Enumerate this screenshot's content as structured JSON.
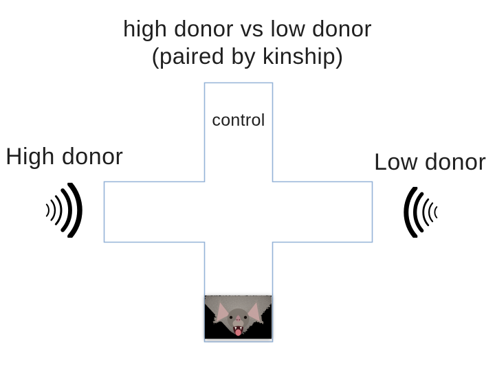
{
  "slide": {
    "title": {
      "line1": "high donor vs low donor",
      "line2": "(paired by kinship)"
    },
    "maze": {
      "shape": "plus-maze",
      "control_label": "control",
      "outline_color": "#95b3d7"
    },
    "speakers": {
      "left": {
        "label": "High donor",
        "icon": "sound-waves-icon"
      },
      "right": {
        "label": "Low donor",
        "icon": "sound-waves-icon"
      }
    },
    "subject": {
      "icon": "vampire-bat-image"
    },
    "colors": {
      "text": "#1f1f1f",
      "wave": "#000000",
      "background": "#ffffff"
    }
  }
}
